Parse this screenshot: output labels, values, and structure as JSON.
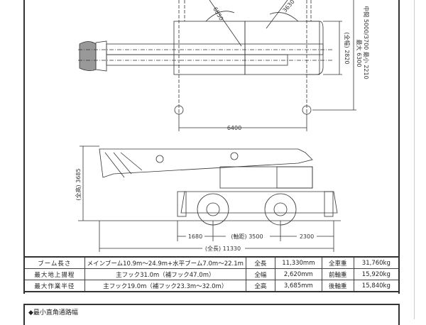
{
  "drawing": {
    "top_view": {
      "outrigger_span_label": "6400",
      "width_label": "(全幅) 2820",
      "max_label": "最大 6300",
      "mid_label": "中間 5000/3700 最小 2210",
      "swing_radius_1": "6850",
      "swing_radius_2": "3630"
    },
    "side_view": {
      "height_label": "(全高) 3685",
      "front_overhang": "1680",
      "wheelbase_label": "(軸距) 3500",
      "rear_overhang": "2300",
      "overall_length_label": "(全長) 11330"
    }
  },
  "specs": {
    "rows": [
      {
        "label": "ブーム長さ",
        "value": "メインブーム10.9m～24.9m+水平ブーム7.0m～22.1m",
        "k1": "全長",
        "v1": "11,330mm",
        "k2": "全車重",
        "v2": "31,760kg"
      },
      {
        "label": "最大地上揚程",
        "value": "主フック31.0m（補フック47.0m）",
        "k1": "全幅",
        "v1": "2,620mm",
        "k2": "前軸重",
        "v2": "15,920kg"
      },
      {
        "label": "最大作業半径",
        "value": "主フック19.0m（補フック23.3m～32.0m）",
        "k1": "全高",
        "v1": "3,685mm",
        "k2": "後軸重",
        "v2": "15,840kg"
      }
    ]
  },
  "section": {
    "title": "◆最小直角通路幅"
  }
}
